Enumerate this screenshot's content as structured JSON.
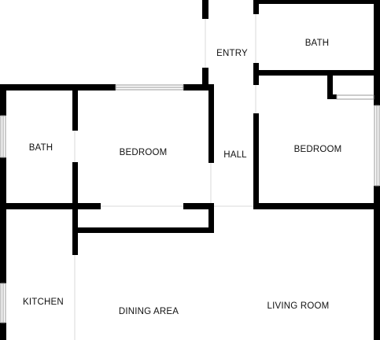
{
  "floor_plan": {
    "rooms": {
      "entry": "ENTRY",
      "bath_top": "BATH",
      "bath_left": "BATH",
      "bedroom_left": "BEDROOM",
      "hall": "HALL",
      "bedroom_right": "BEDROOM",
      "kitchen": "KITCHEN",
      "dining_area": "DINING AREA",
      "living_room": "LIVING ROOM"
    },
    "colors": {
      "wall": "#000000",
      "window": "#9a9a9a",
      "opening": "#d8d8d8",
      "background": "#ffffff"
    }
  }
}
